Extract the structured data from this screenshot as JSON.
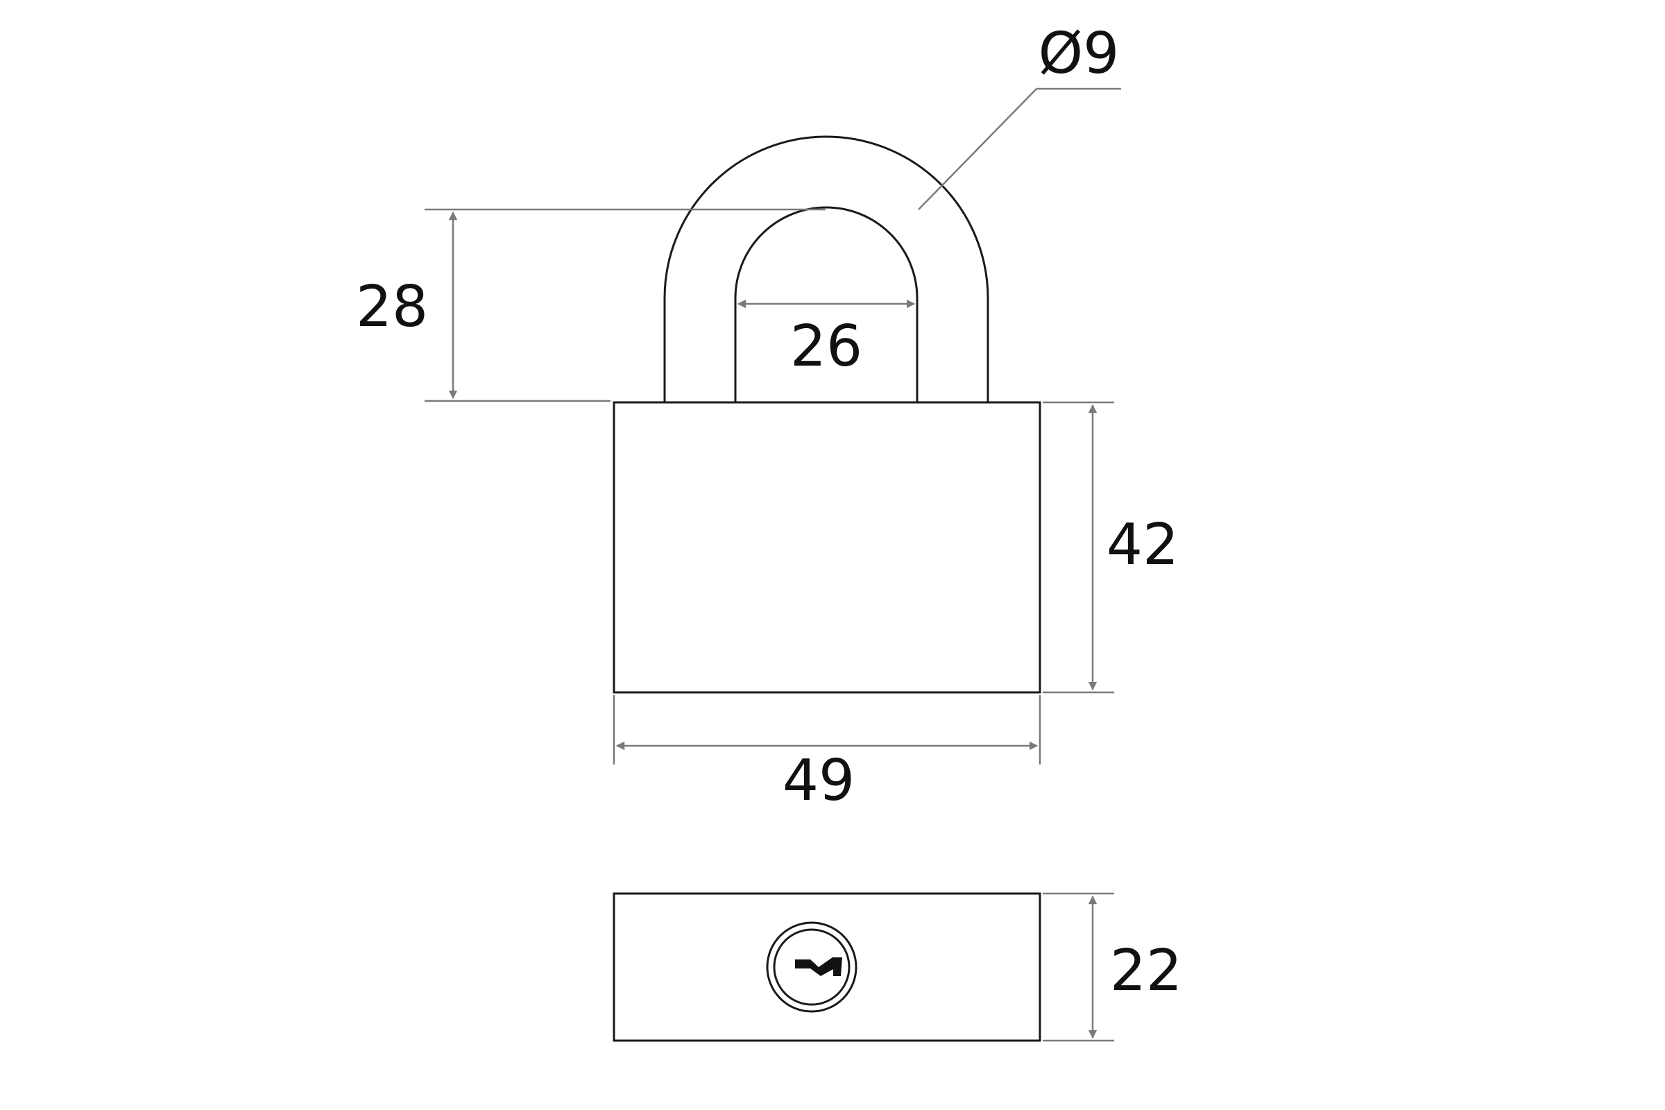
{
  "dimensions": {
    "shackle_diameter": "Ø9",
    "shackle_clearance": "28",
    "shackle_inner_width": "26",
    "body_height": "42",
    "body_width": "49",
    "body_thickness": "22"
  },
  "colors": {
    "outline": "#1a1a1a",
    "dimension_line": "#7a7a7a",
    "background": "#ffffff"
  },
  "icons": {
    "keyway": "keyway-icon"
  }
}
